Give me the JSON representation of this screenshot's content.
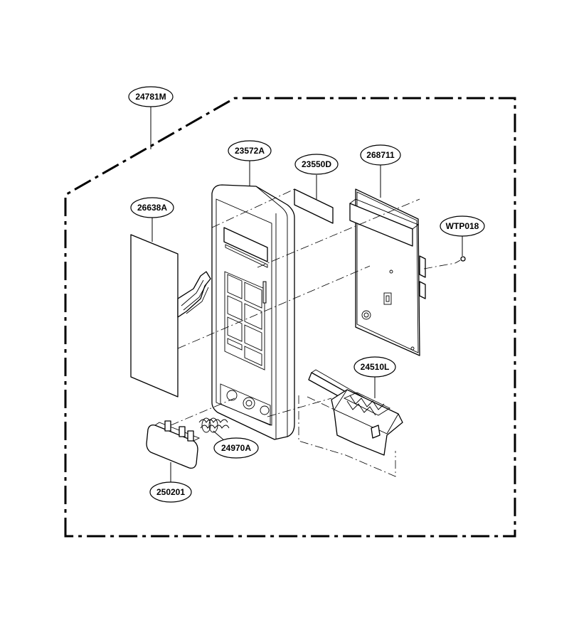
{
  "labels": {
    "assembly": "24781M",
    "front_panel": "23572A",
    "window_film": "23550D",
    "pcb": "268711",
    "screw": "WTP018",
    "membrane": "26638A",
    "latch_lever": "24510L",
    "spring": "24970A",
    "button": "250201"
  }
}
